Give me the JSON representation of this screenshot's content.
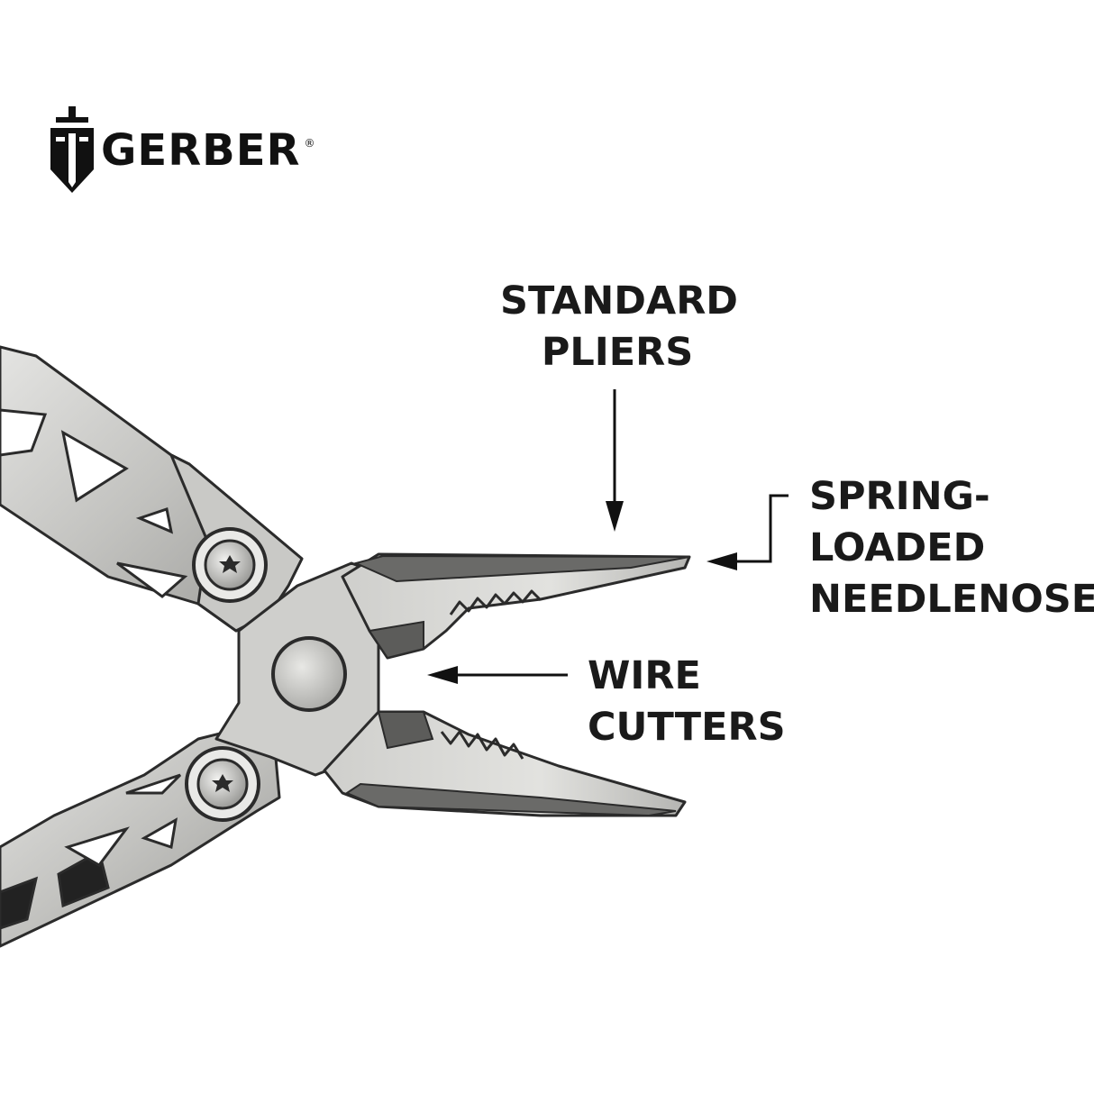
{
  "brand": {
    "name": "GERBER",
    "registered": "®",
    "logo_icon": "gerber-dagger-shield-icon"
  },
  "colors": {
    "background": "#ffffff",
    "text": "#1a1a1a",
    "steel_light": "#d6d6d4",
    "steel_mid": "#a9a9a6",
    "steel_dark": "#5c5c5a",
    "outline": "#2b2b2b"
  },
  "callouts": {
    "standard_pliers": {
      "lines": [
        "STANDARD",
        "PLIERS"
      ]
    },
    "spring_loaded_needlenose": {
      "lines": [
        "SPRING-",
        "LOADED",
        "NEEDLENOSE"
      ]
    },
    "wire_cutters": {
      "lines": [
        "WIRE",
        "CUTTERS"
      ]
    }
  },
  "illustration": {
    "icon": "multitool-pliers-icon"
  }
}
